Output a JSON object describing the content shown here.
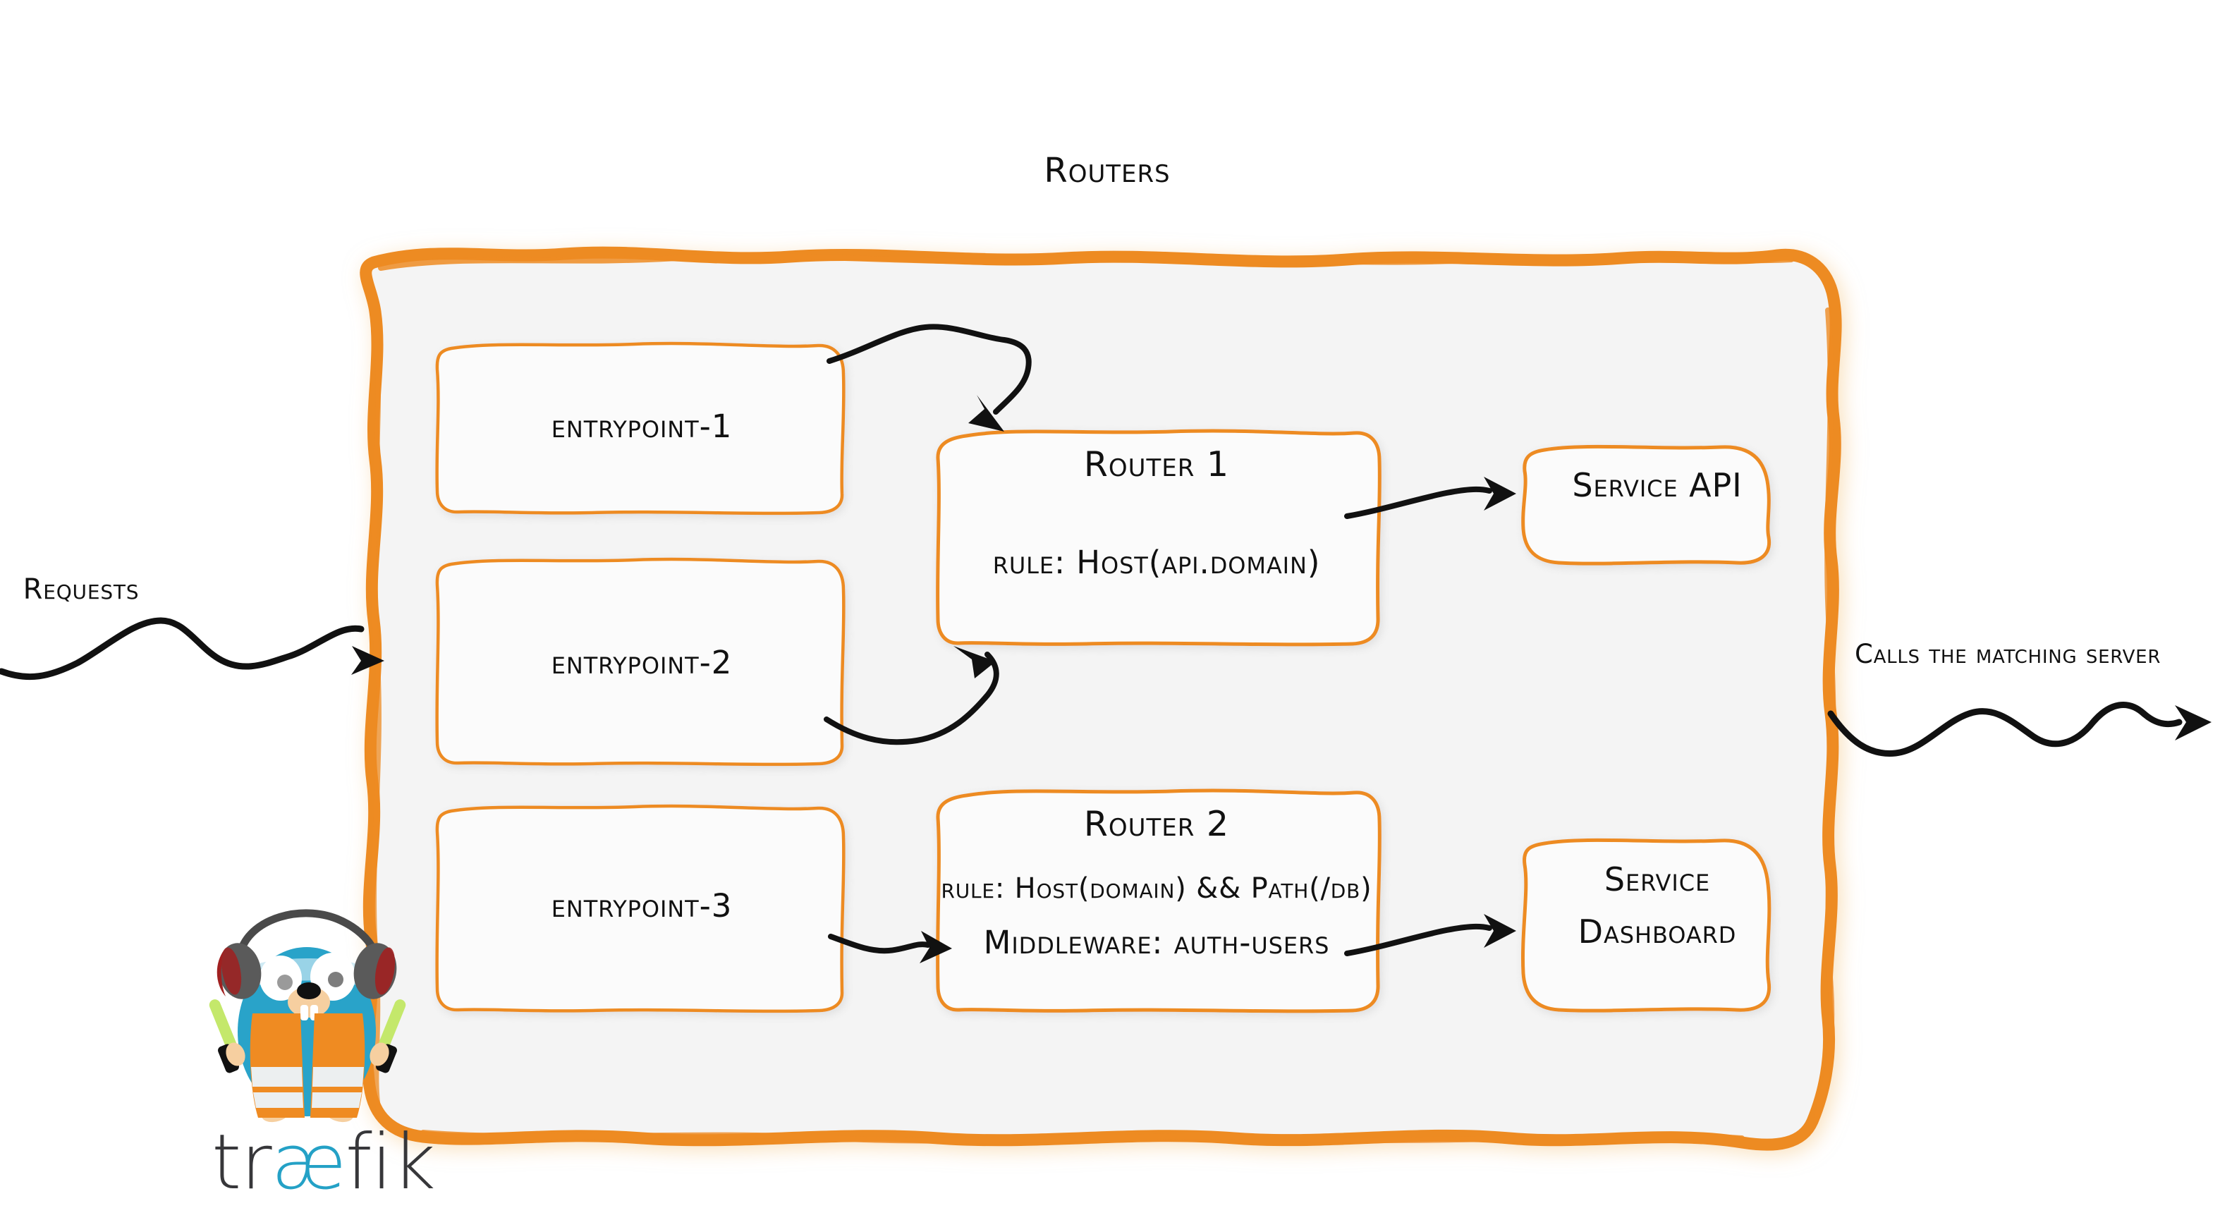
{
  "diagram": {
    "title": "Routers",
    "product": "traefik",
    "colors": {
      "accent_orange": "#ED8B23",
      "container_fill": "#f4f4f4",
      "box_fill": "#fbfbfb",
      "ink_black": "#111111",
      "logo_blue": "#24a1c6",
      "logo_dark": "#37373a",
      "vest_orange": "#ef8b22",
      "baton_green": "#c4e86b"
    }
  },
  "flow": {
    "inbound_label": "Requests",
    "outbound_label": "Calls the matching server"
  },
  "entrypoints": [
    {
      "id": "entrypoint-1",
      "label": "entrypoint-1"
    },
    {
      "id": "entrypoint-2",
      "label": "entrypoint-2"
    },
    {
      "id": "entrypoint-3",
      "label": "entrypoint-3"
    }
  ],
  "routers": [
    {
      "id": "router-1",
      "title": "Router 1",
      "rule": "rule: Host(api.domain)",
      "middleware": null
    },
    {
      "id": "router-2",
      "title": "Router 2",
      "rule": "rule: Host(domain) && Path(/db)",
      "middleware": "Middleware: auth-users"
    }
  ],
  "services": [
    {
      "id": "service-api",
      "lines": [
        "Service API"
      ]
    },
    {
      "id": "service-dashboard",
      "lines": [
        "Service",
        "Dashboard"
      ]
    }
  ],
  "connections": [
    {
      "from": "entrypoint-1",
      "to": "router-1"
    },
    {
      "from": "entrypoint-2",
      "to": "router-1"
    },
    {
      "from": "entrypoint-3",
      "to": "router-2"
    },
    {
      "from": "router-1",
      "to": "service-api"
    },
    {
      "from": "router-2",
      "to": "service-dashboard"
    }
  ],
  "logo": {
    "wordmark_prefix": "tr",
    "wordmark_ligature": "æ",
    "wordmark_suffix": "fik",
    "mascot": "traefik-gopher-mascot"
  }
}
